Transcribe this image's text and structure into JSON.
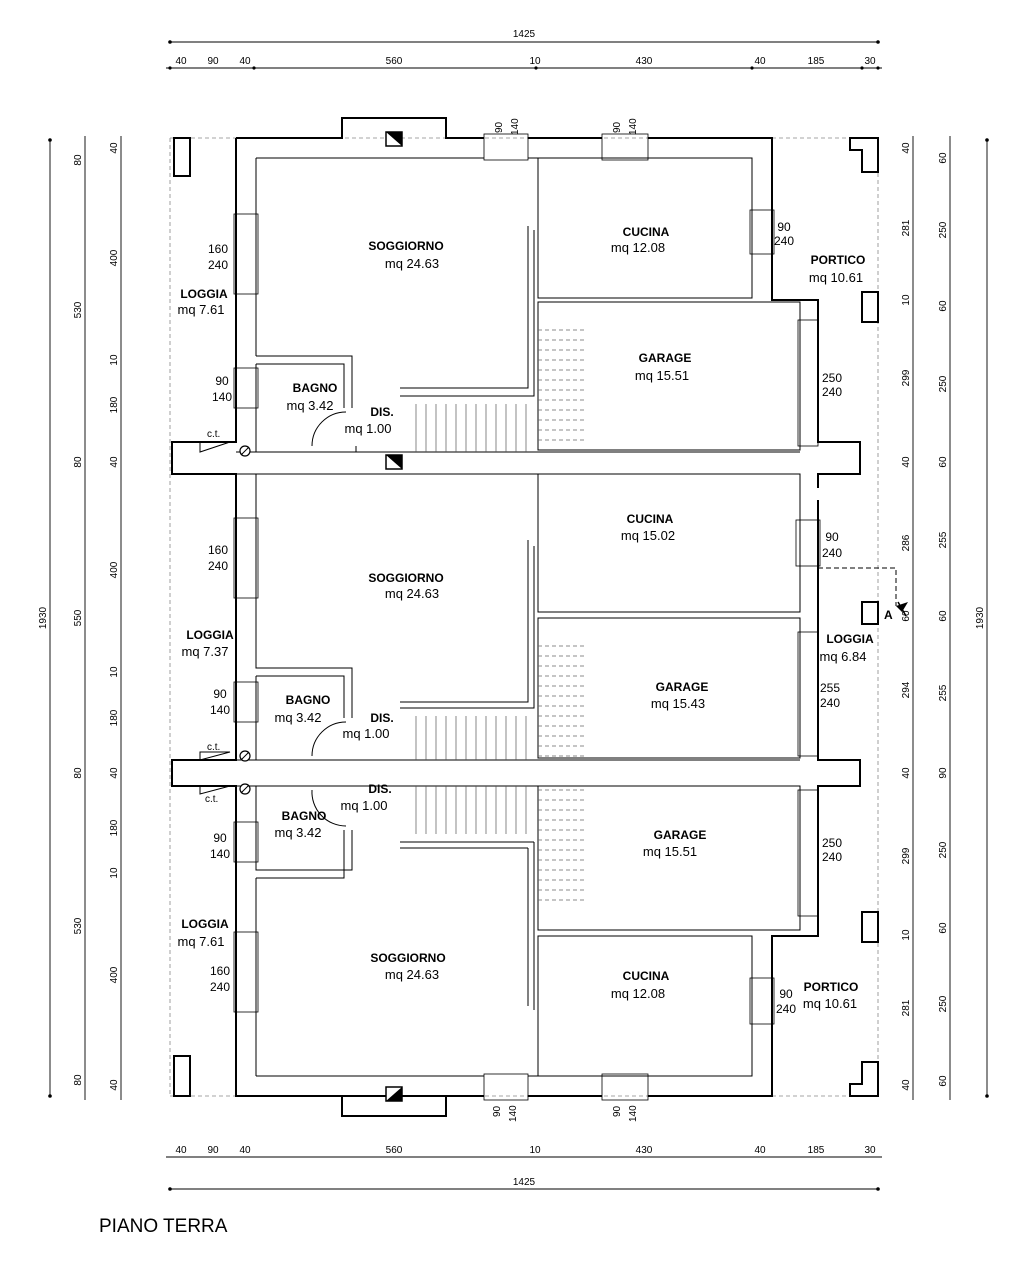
{
  "title": "PIANO TERRA",
  "dims_top": {
    "total": "1425",
    "segments": [
      "40",
      "90",
      "40",
      "560",
      "10",
      "430",
      "40",
      "185",
      "30"
    ]
  },
  "dims_bottom": {
    "total": "1425",
    "segments": [
      "40",
      "90",
      "40",
      "560",
      "10",
      "430",
      "40",
      "185",
      "30"
    ]
  },
  "dims_left": {
    "total": "1930",
    "middle": [
      "530",
      "550",
      "530"
    ],
    "inner": [
      "40",
      "400",
      "10",
      "180",
      "40",
      "400",
      "10",
      "180",
      "40",
      "180",
      "10",
      "400",
      "40"
    ],
    "outer_small": [
      "80",
      "80",
      "80",
      "80"
    ]
  },
  "dims_right": {
    "total": "1930",
    "inner": [
      "40",
      "281",
      "10",
      "299",
      "40",
      "286",
      "60",
      "294",
      "40",
      "299",
      "10",
      "281",
      "40"
    ],
    "outer": [
      "60",
      "250",
      "60",
      "250",
      "60",
      "255",
      "60",
      "255",
      "90",
      "250",
      "60",
      "250",
      "60"
    ]
  },
  "units": [
    {
      "rooms": [
        {
          "name": "SOGGIORNO",
          "area": "mq  24.63"
        },
        {
          "name": "CUCINA",
          "area": "mq  12.08"
        },
        {
          "name": "PORTICO",
          "area": "mq  10.61"
        },
        {
          "name": "LOGGIA",
          "area": "mq  7.61"
        },
        {
          "name": "BAGNO",
          "area": "mq  3.42"
        },
        {
          "name": "DIS.",
          "area": "mq  1.00"
        },
        {
          "name": "GARAGE",
          "area": "mq  15.51"
        }
      ]
    },
    {
      "rooms": [
        {
          "name": "SOGGIORNO",
          "area": "mq  24.63"
        },
        {
          "name": "CUCINA",
          "area": "mq  15.02"
        },
        {
          "name": "LOGGIA",
          "area": "mq  7.37"
        },
        {
          "name": "LOGGIA",
          "area": "mq  6.84"
        },
        {
          "name": "BAGNO",
          "area": "mq  3.42"
        },
        {
          "name": "DIS.",
          "area": "mq  1.00"
        },
        {
          "name": "GARAGE",
          "area": "mq  15.43"
        }
      ]
    },
    {
      "rooms": [
        {
          "name": "SOGGIORNO",
          "area": "mq  24.63"
        },
        {
          "name": "CUCINA",
          "area": "mq  12.08"
        },
        {
          "name": "PORTICO",
          "area": "mq  10.61"
        },
        {
          "name": "LOGGIA",
          "area": "mq  7.61"
        },
        {
          "name": "BAGNO",
          "area": "mq  3.42"
        },
        {
          "name": "DIS.",
          "area": "mq  1.00"
        },
        {
          "name": "GARAGE",
          "area": "mq  15.51"
        }
      ]
    }
  ],
  "openings": {
    "top_win_a": [
      "90",
      "140"
    ],
    "top_win_b": [
      "90",
      "140"
    ],
    "bottom_win_a": [
      "90",
      "140"
    ],
    "bottom_win_b": [
      "90",
      "140"
    ],
    "u1_soggiorno": [
      "160",
      "240"
    ],
    "u1_bagno": [
      "90",
      "140"
    ],
    "u1_cucina": [
      "90",
      "240"
    ],
    "u1_garage": [
      "250",
      "240"
    ],
    "u2_soggiorno": [
      "160",
      "240"
    ],
    "u2_bagno": [
      "90",
      "140"
    ],
    "u2_cucina": [
      "90",
      "240"
    ],
    "u2_garage": [
      "255",
      "240"
    ],
    "u3_soggiorno": [
      "160",
      "240"
    ],
    "u3_bagno": [
      "90",
      "140"
    ],
    "u3_cucina": [
      "90",
      "240"
    ],
    "u3_garage": [
      "250",
      "240"
    ]
  },
  "ct_label": "c.t.",
  "section_label": "A"
}
